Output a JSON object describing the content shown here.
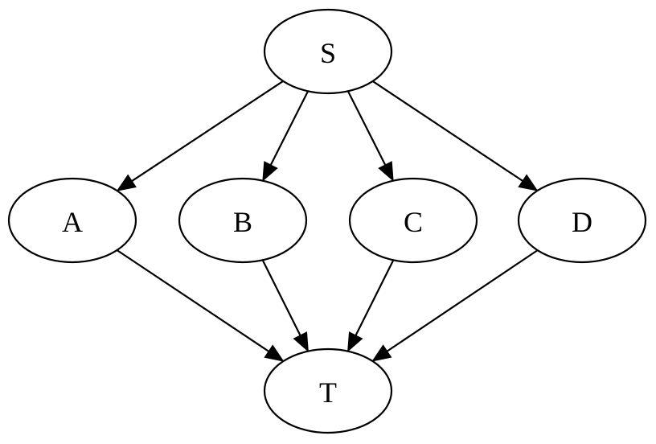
{
  "diagram": {
    "type": "directed-graph",
    "nodes": [
      {
        "id": "S",
        "label": "S"
      },
      {
        "id": "A",
        "label": "A"
      },
      {
        "id": "B",
        "label": "B"
      },
      {
        "id": "C",
        "label": "C"
      },
      {
        "id": "D",
        "label": "D"
      },
      {
        "id": "T",
        "label": "T"
      }
    ],
    "edges": [
      {
        "from": "S",
        "to": "A"
      },
      {
        "from": "S",
        "to": "B"
      },
      {
        "from": "S",
        "to": "C"
      },
      {
        "from": "S",
        "to": "D"
      },
      {
        "from": "A",
        "to": "T"
      },
      {
        "from": "B",
        "to": "T"
      },
      {
        "from": "C",
        "to": "T"
      },
      {
        "from": "D",
        "to": "T"
      }
    ],
    "colors": {
      "stroke": "#000000",
      "fill": "#ffffff",
      "background": "#ffffff"
    }
  }
}
